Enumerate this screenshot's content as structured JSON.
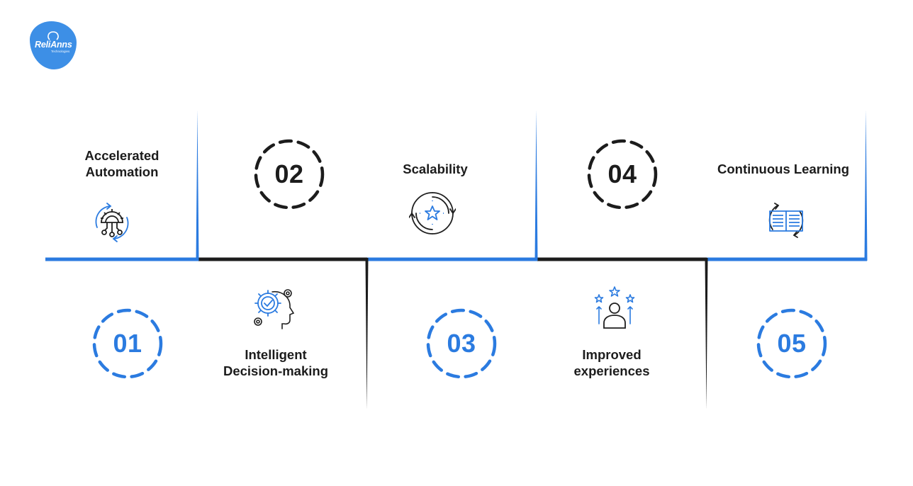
{
  "logo": {
    "name": "ReliAnns",
    "sub": "Technologies"
  },
  "colors": {
    "accent": "#2b7be0",
    "dark": "#1c1c1c"
  },
  "steps": [
    {
      "number": "01",
      "label_line1": "Accelerated",
      "label_line2": "Automation",
      "icon": "gear-automation-icon"
    },
    {
      "number": "02",
      "label_line1": "Intelligent",
      "label_line2": "Decision-making",
      "icon": "ai-brain-gears-icon"
    },
    {
      "number": "03",
      "label_line1": "Scalability",
      "label_line2": "",
      "icon": "scalability-star-cycle-icon"
    },
    {
      "number": "04",
      "label_line1": "Improved",
      "label_line2": "experiences",
      "icon": "user-stars-icon"
    },
    {
      "number": "05",
      "label_line1": "Continuous Learning",
      "label_line2": "",
      "icon": "book-cycle-icon"
    }
  ]
}
